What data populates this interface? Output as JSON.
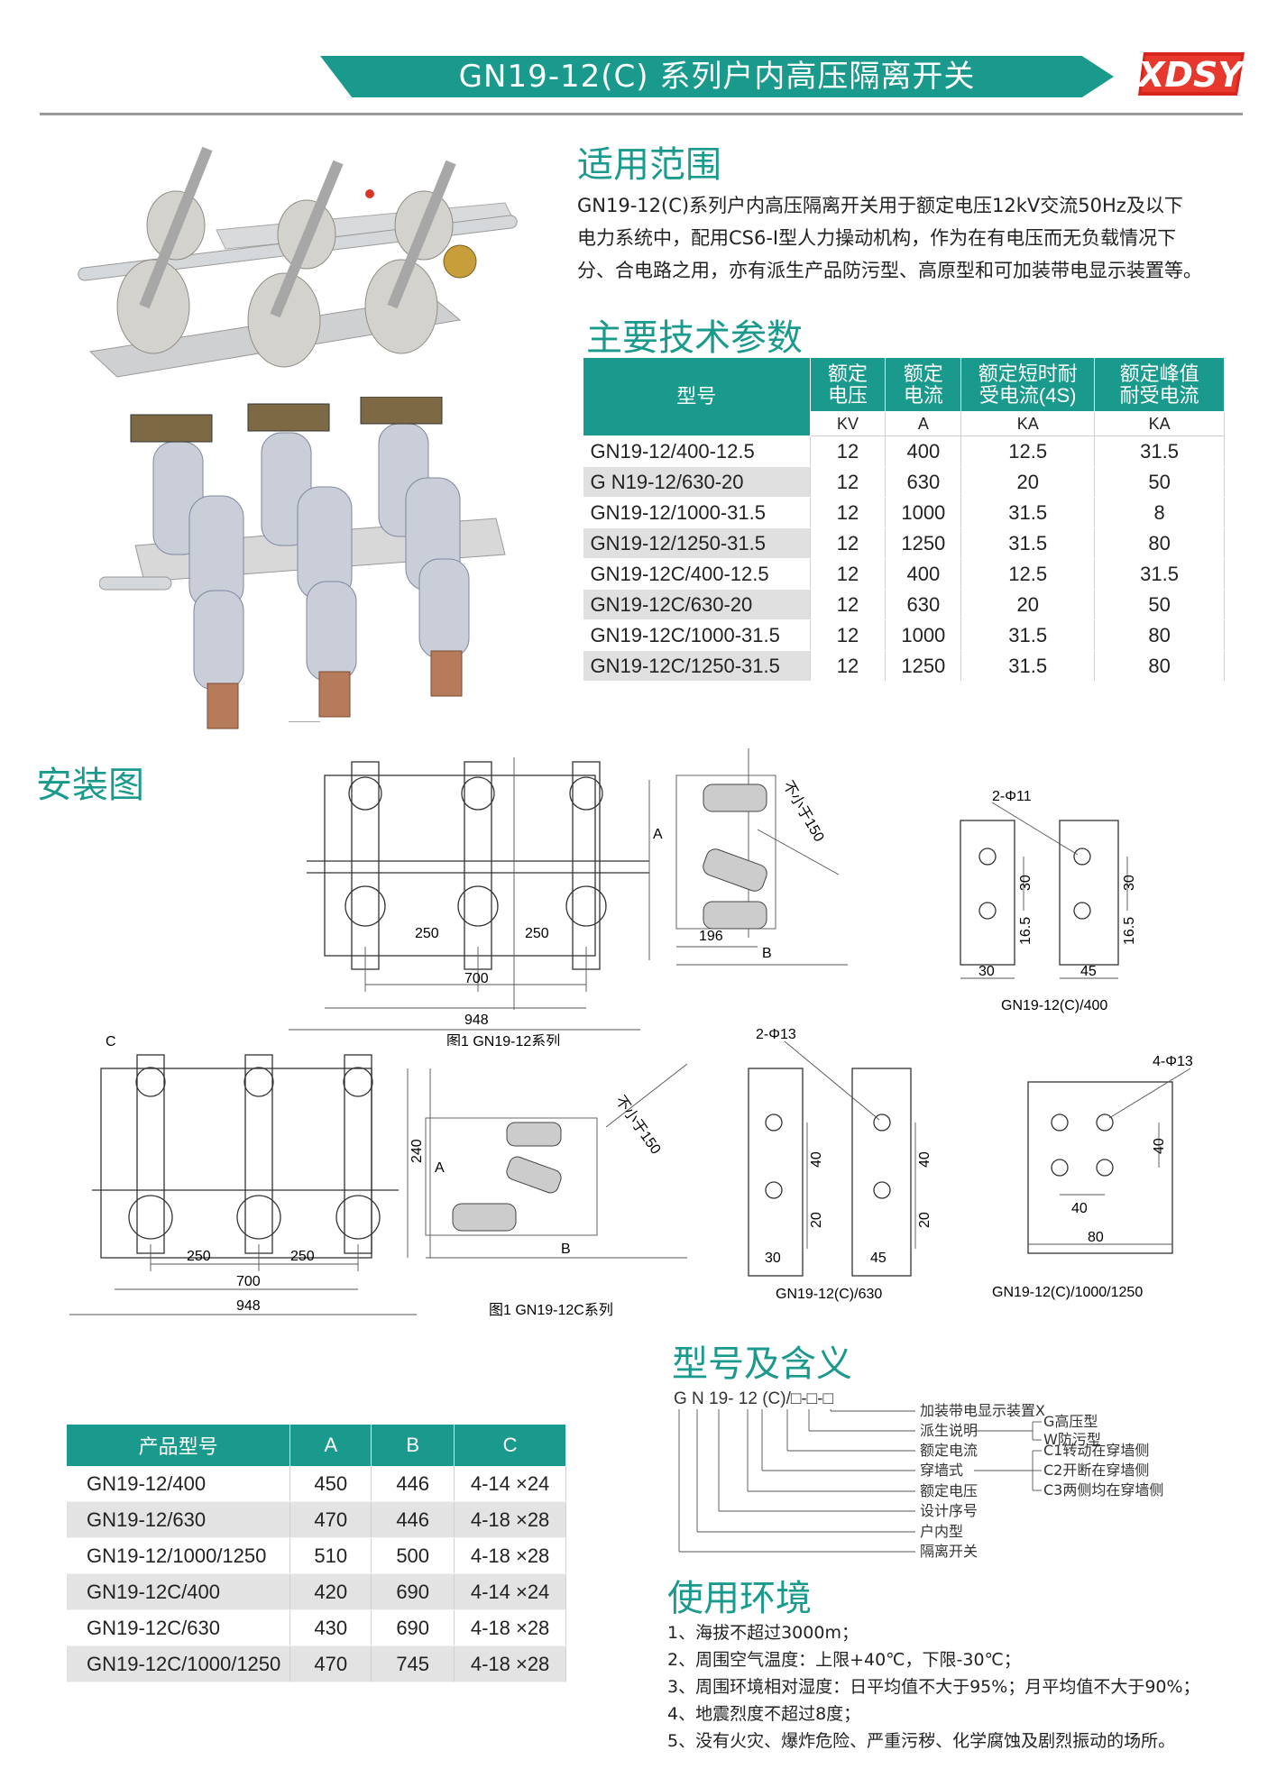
{
  "header": {
    "title": "GN19-12(C) 系列户内高压隔离开关",
    "logo_text": "XDSY",
    "accent": "#1a9a8c"
  },
  "scope": {
    "heading": "适用范围",
    "lines": [
      "GN19-12(C)系列户内高压隔离开关用于额定电压12kV交流50Hz及以下",
      "电力系统中，配用CS6-I型人力操动机构，作为在有电压而无负载情况下",
      "分、合电路之用，亦有派生产品防污型、高原型和可加装带电显示装置等。"
    ]
  },
  "specs": {
    "heading": "主要技术参数",
    "headers": [
      "型号",
      "额定\n电压",
      "额定\n电流",
      "额定短时耐\n受电流(4S)",
      "额定峰值\n耐受电流"
    ],
    "units": [
      "KV",
      "A",
      "KA",
      "KA"
    ],
    "rows": [
      [
        "GN19-12/400-12.5",
        "12",
        "400",
        "12.5",
        "31.5"
      ],
      [
        "G N19-12/630-20",
        "12",
        "630",
        "20",
        "50"
      ],
      [
        "GN19-12/1000-31.5",
        "12",
        "1000",
        "31.5",
        "8"
      ],
      [
        "GN19-12/1250-31.5",
        "12",
        "1250",
        "31.5",
        "80"
      ],
      [
        "GN19-12C/400-12.5",
        "12",
        "400",
        "12.5",
        "31.5"
      ],
      [
        "GN19-12C/630-20",
        "12",
        "630",
        "20",
        "50"
      ],
      [
        "GN19-12C/1000-31.5",
        "12",
        "1000",
        "31.5",
        "80"
      ],
      [
        "GN19-12C/1250-31.5",
        "12",
        "1250",
        "31.5",
        "80"
      ]
    ]
  },
  "install": {
    "heading": "安装图",
    "fig1_caption": "图1   GN19-12系列",
    "fig2_caption": "图1   GN19-12C系列",
    "dims": {
      "d240": "240",
      "d250": "250",
      "d700": "700",
      "d948": "948",
      "d196": "196",
      "A": "A",
      "B": "B",
      "C": "C",
      "clearance": "不小于150"
    },
    "plate400": {
      "holes": "2-Φ11",
      "d30": "30",
      "d16_5": "16.5",
      "w30": "30",
      "w45": "45",
      "caption": "GN19-12(C)/400"
    },
    "plate630": {
      "holes": "2-Φ13",
      "d40": "40",
      "d20": "20",
      "w30": "30",
      "w45": "45",
      "caption": "GN19-12(C)/630"
    },
    "plate1000": {
      "holes": "4-Φ13",
      "d40": "40",
      "w80": "80",
      "caption": "GN19-12(C)/1000/1250"
    }
  },
  "dims_table": {
    "headers": [
      "产品型号",
      "A",
      "B",
      "C"
    ],
    "rows": [
      [
        "GN19-12/400",
        "450",
        "446",
        "4-14 ×24"
      ],
      [
        "GN19-12/630",
        "470",
        "446",
        "4-18 ×28"
      ],
      [
        "GN19-12/1000/1250",
        "510",
        "500",
        "4-18 ×28"
      ],
      [
        "GN19-12C/400",
        "420",
        "690",
        "4-14 ×24"
      ],
      [
        "GN19-12C/630",
        "430",
        "690",
        "4-18 ×28"
      ],
      [
        "GN19-12C/1000/1250",
        "470",
        "745",
        "4-18 ×28"
      ]
    ]
  },
  "model_meaning": {
    "heading": "型号及含义",
    "code": "G N 19- 12 (C)/□-□-□",
    "items": [
      "加装带电显示装置X",
      "派生说明",
      "额定电流",
      "穿墙式",
      "额定电压",
      "设计序号",
      "户内型",
      "隔离开关"
    ],
    "derive": [
      "G高压型",
      "W防污型"
    ],
    "wall": [
      "C1转动在穿墙侧",
      "C2开断在穿墙侧",
      "C3两侧均在穿墙侧"
    ]
  },
  "environment": {
    "heading": "使用环境",
    "items": [
      "1、海拔不超过3000m；",
      "2、周围空气温度：上限+40℃，下限-30℃；",
      "3、周围环境相对湿度：日平均值不大于95%；月平均值不大于90%；",
      "4、地震烈度不超过8度；",
      "5、没有火灾、爆炸危险、严重污秽、化学腐蚀及剧烈振动的场所。"
    ]
  }
}
